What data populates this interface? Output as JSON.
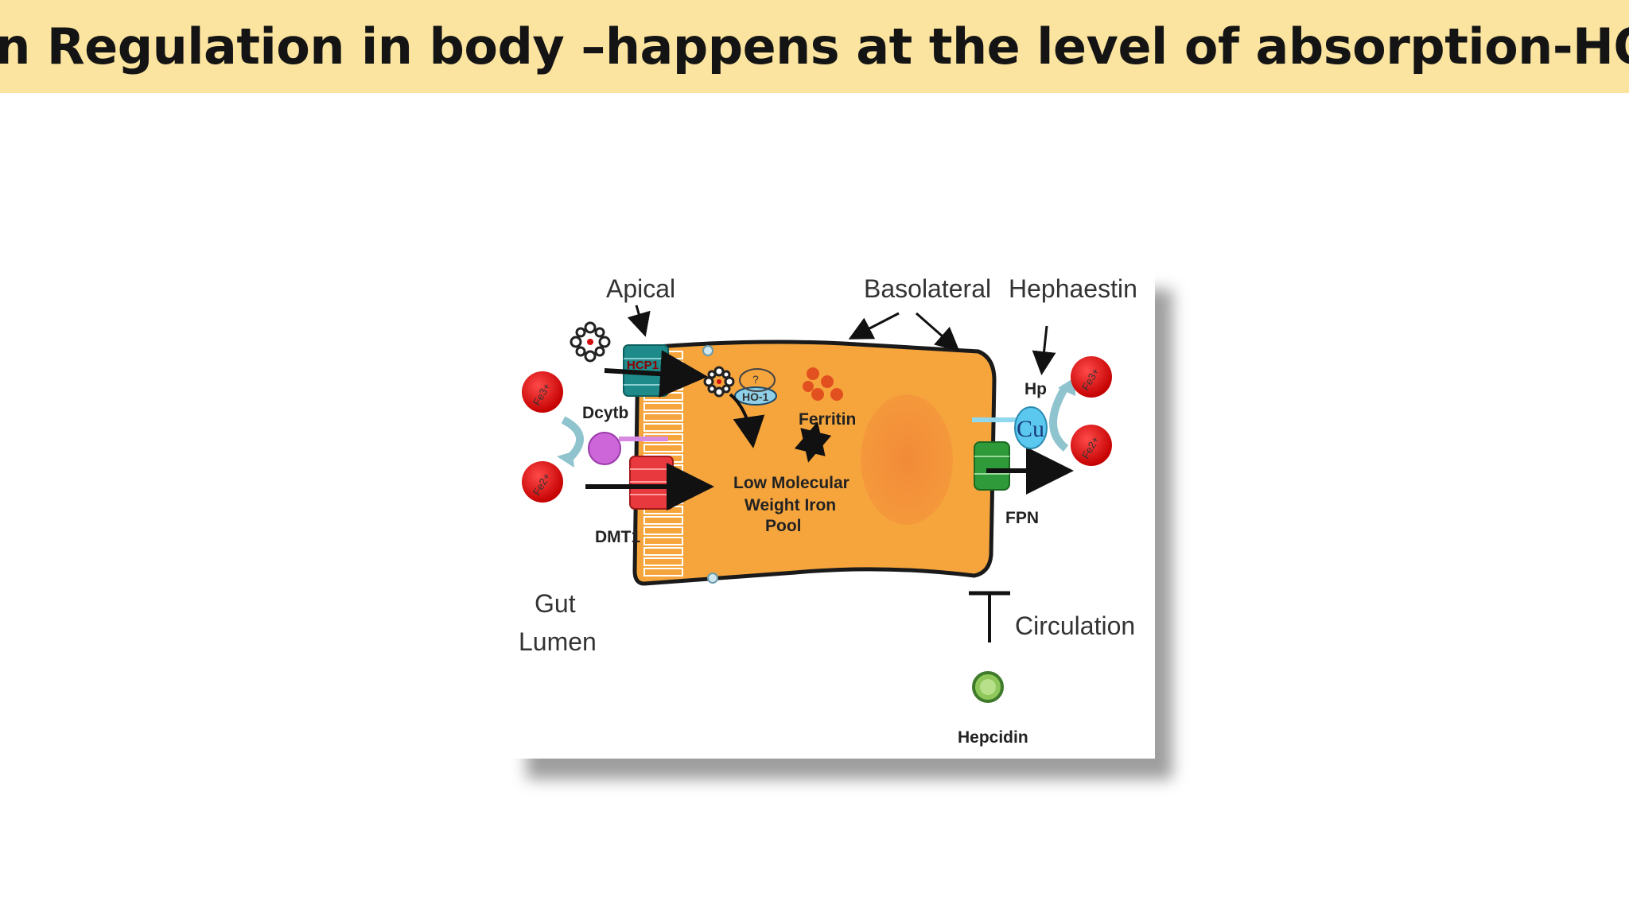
{
  "slide": {
    "title": "Iron Regulation in body –happens at the level of absorption-HOW"
  },
  "diagram": {
    "labels": {
      "apical": "Apical",
      "basolateral": "Basolateral",
      "hephaestin": "Hephaestin",
      "hp": "Hp",
      "cu": "Cu",
      "dcytb": "Dcytb",
      "dmt1": "DMT1",
      "ferritin": "Ferritin",
      "ho1": "HO-1",
      "question": "?",
      "lmw_line1": "Low Molecular",
      "lmw_line2": "Weight Iron",
      "lmw_line3": "Pool",
      "fpn": "FPN",
      "gut": "Gut",
      "lumen": "Lumen",
      "circulation": "Circulation",
      "hepcidin": "Hepcidin",
      "fe3_left": "Fe3+",
      "fe2_left": "Fe2+",
      "fe3_right": "Fe3+",
      "fe2_right": "Fe2+",
      "hcp1": "HCP1"
    },
    "colors": {
      "cell": "#f6a53d",
      "nucleus": "#f08a3a",
      "iron_ball": "#e00f10",
      "dmt1": "#e8393f",
      "hcp1": "#1f8a8a",
      "fpn": "#2e9a3a",
      "dcytb": "#cc66d9",
      "cu_ball": "#5bc8ef",
      "hepcidin": "#8fc85a",
      "ferritin": "#e2501f"
    }
  }
}
